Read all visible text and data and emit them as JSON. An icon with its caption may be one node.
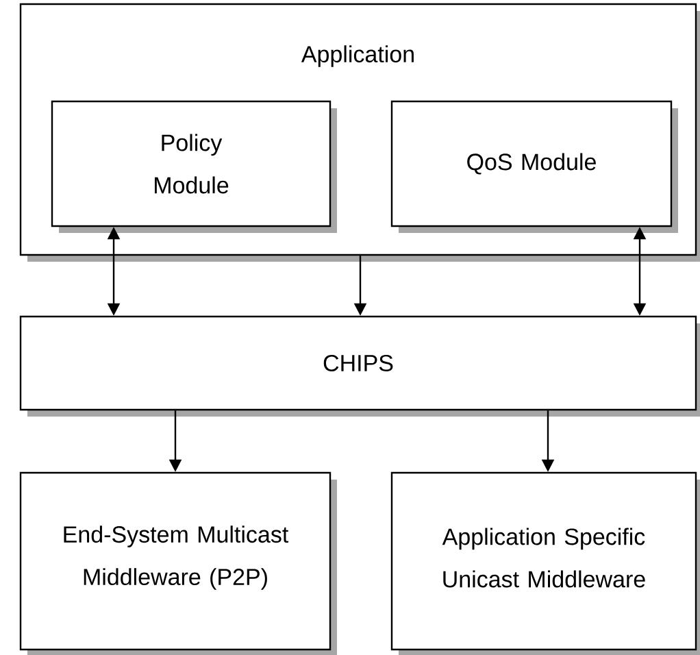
{
  "diagram": {
    "nodes": [
      {
        "text": [
          "Application"
        ]
      },
      {
        "text": [
          "Policy Module"
        ],
        "in": 0
      },
      {
        "text": [
          "QoS Module"
        ],
        "in": 0
      },
      {
        "text": [
          "CHIPS"
        ]
      },
      {
        "text": [
          "End-System Multicast Middleware (P2P)"
        ]
      },
      {
        "text": [
          "Application Specific Unicast Middleware"
        ]
      }
    ],
    "edges": [
      {
        "from": 1,
        "to": 3,
        "arrow": "both"
      },
      {
        "from": 0,
        "to": 3,
        "arrow": "to"
      },
      {
        "from": 2,
        "to": 3,
        "arrow": "both"
      },
      {
        "from": 3,
        "to": 4,
        "arrow": "to"
      },
      {
        "from": 3,
        "to": 5,
        "arrow": "to"
      }
    ]
  }
}
